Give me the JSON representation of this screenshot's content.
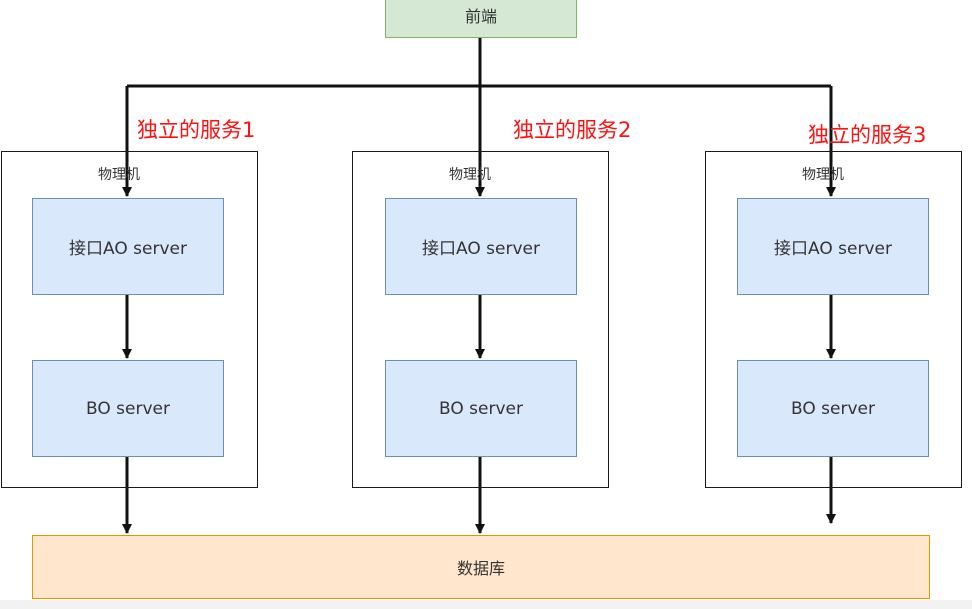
{
  "diagram": {
    "frontend": "前端",
    "machine_label": "物理机",
    "api_server_label": "接口AO server",
    "bo_server_label": "BO server",
    "database": "数据库",
    "services": [
      {
        "title": "独立的服务1"
      },
      {
        "title": "独立的服务2"
      },
      {
        "title": "独立的服务3"
      }
    ]
  },
  "colors": {
    "frontend_fill": "#d5e8d4",
    "server_fill": "#dae8fc",
    "database_fill": "#ffe6cc",
    "service_label": "#ff1111",
    "connector": "#111111"
  }
}
